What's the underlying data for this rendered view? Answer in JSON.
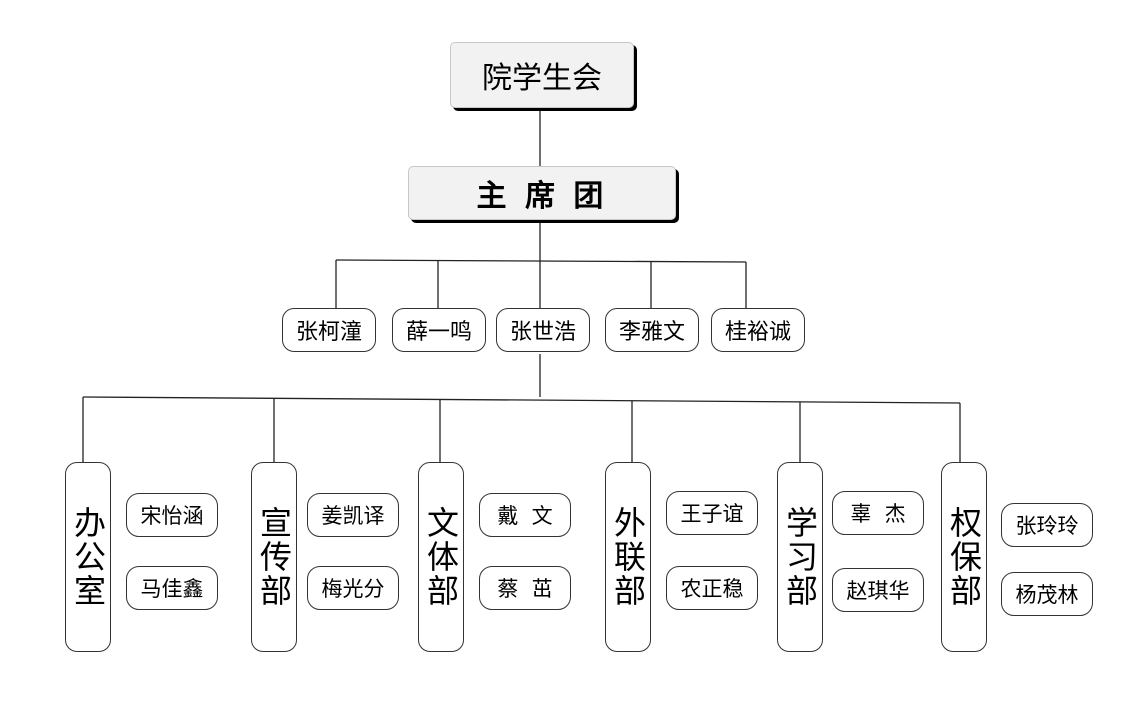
{
  "root": {
    "label": "院学生会"
  },
  "presidium": {
    "label": "主 席 团"
  },
  "presidium_members": [
    "张柯潼",
    "薛一鸣",
    "张世浩",
    "李雅文",
    "桂裕诚"
  ],
  "departments": [
    {
      "name": "办公室",
      "members": [
        "宋怡涵",
        "马佳鑫"
      ]
    },
    {
      "name": "宣传部",
      "members": [
        "姜凯译",
        "梅光分"
      ]
    },
    {
      "name": "文体部",
      "members": [
        "戴  文",
        "蔡  茁"
      ]
    },
    {
      "name": "外联部",
      "members": [
        "王子谊",
        "农正稳"
      ]
    },
    {
      "name": "学习部",
      "members": [
        "辜  杰",
        "赵琪华"
      ]
    },
    {
      "name": "权保部",
      "members": [
        "张玲玲",
        "杨茂林"
      ]
    }
  ]
}
